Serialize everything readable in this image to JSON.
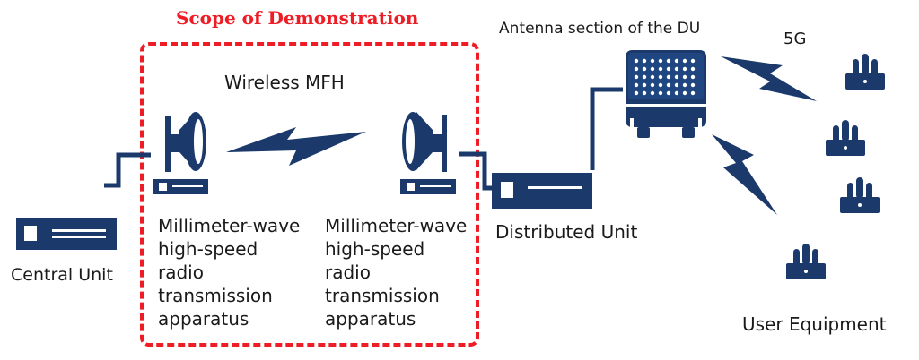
{
  "scope_title": "Scope of Demonstration",
  "wireless_label": "Wireless MFH",
  "central_unit_label": "Central Unit",
  "distributed_unit_label": "Distributed Unit",
  "antenna_label": "Antenna section of the DU",
  "fiveg_label": "5G",
  "user_equipment_label": "User Equipment",
  "apparatus_left": [
    "Millimeter-wave",
    "high-speed",
    "radio",
    "transmission",
    "apparatus"
  ],
  "apparatus_right": [
    "Millimeter-wave",
    "high-speed",
    "radio",
    "transmission",
    "apparatus"
  ],
  "colors": {
    "navy": "#1b3a6b",
    "scope_red": "#ee1c25",
    "text": "#1a1a1a"
  }
}
